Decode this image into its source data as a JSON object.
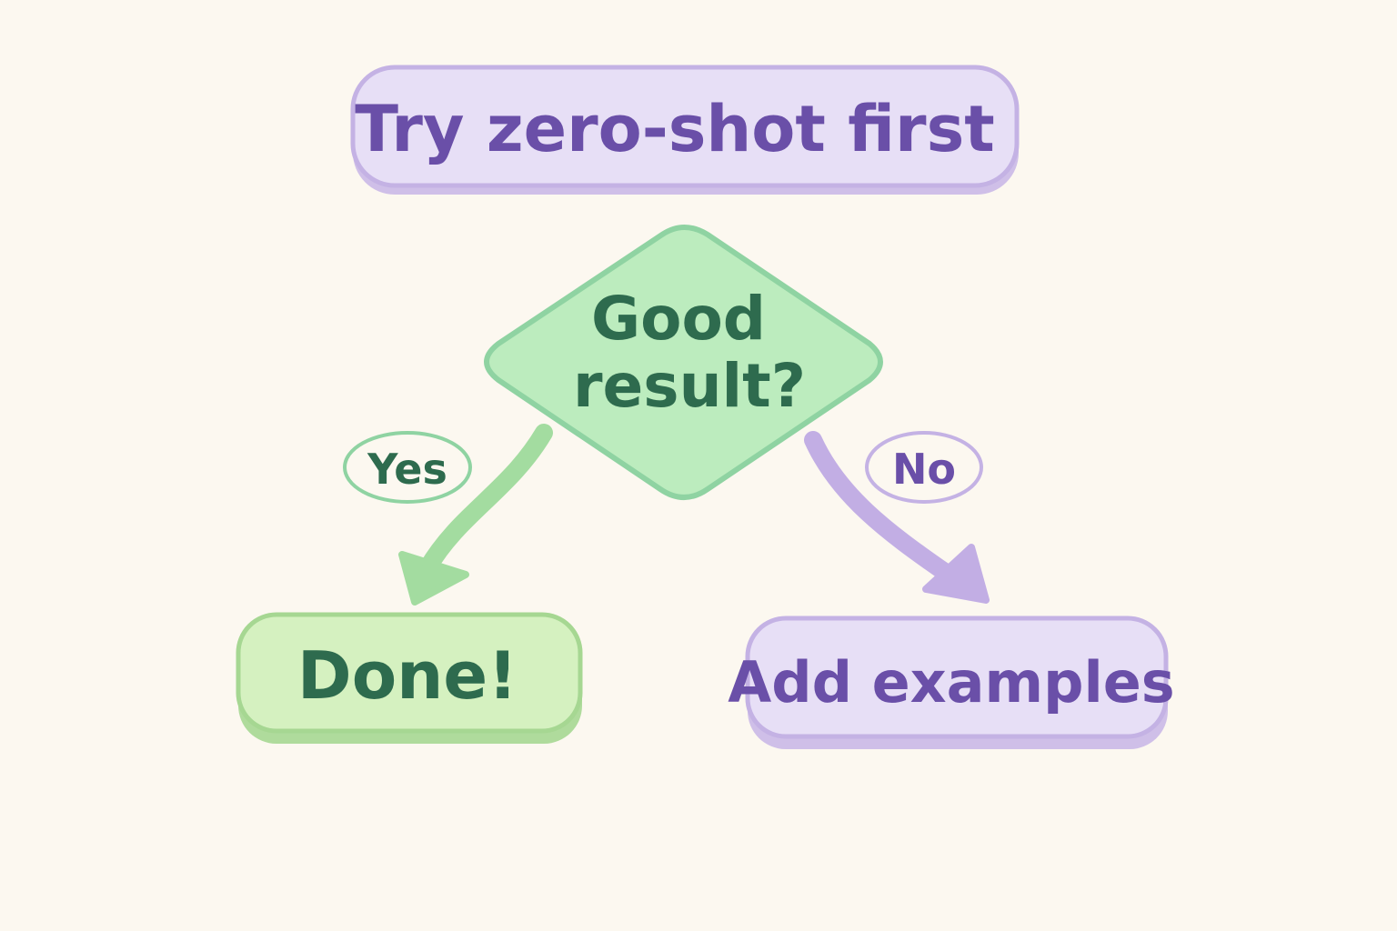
{
  "flow": {
    "start": {
      "label": "Try zero-shot first"
    },
    "decision": {
      "line1": "Good",
      "line2": "result?"
    },
    "yes_branch": {
      "label": "Yes"
    },
    "no_branch": {
      "label": "No"
    },
    "yes_outcome": {
      "label": "Done!"
    },
    "no_outcome": {
      "label": "Add examples"
    }
  },
  "colors": {
    "background": "#fcf8f0",
    "purple_fill": "#e7dff6",
    "purple_stroke": "#c4b2e4",
    "purple_text": "#6a4fa8",
    "green_fill": "#bcecbe",
    "green_stroke": "#8fd3a2",
    "green_text": "#2e6b4e",
    "done_fill": "#d5f1c0",
    "done_stroke": "#a6d792",
    "yes_arrow": "#a3dca0",
    "no_arrow": "#c2aee4"
  }
}
